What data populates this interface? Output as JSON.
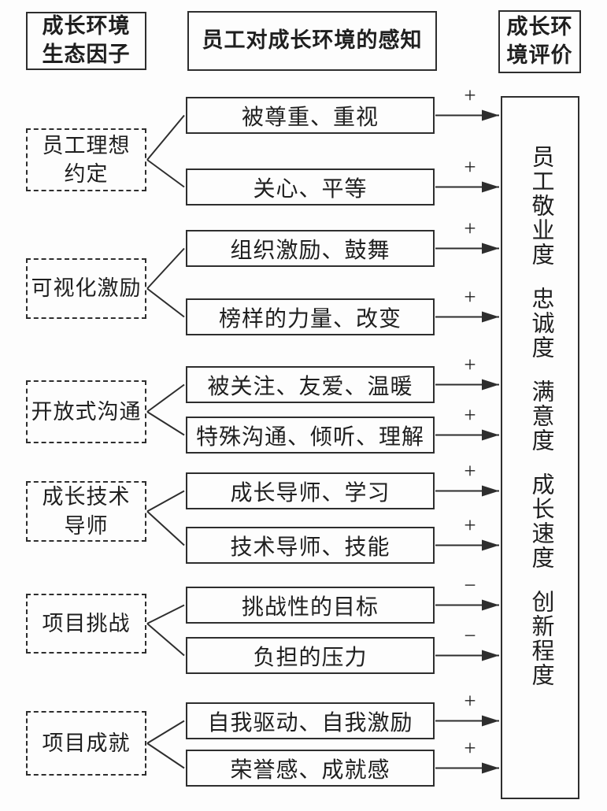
{
  "headers": {
    "left": "成长环境\n生态因子",
    "middle": "员工对成长环境的感知",
    "right": "成长环\n境评价"
  },
  "factors": [
    {
      "label": "员工理想\n约定"
    },
    {
      "label": "可视化激励"
    },
    {
      "label": "开放式沟通"
    },
    {
      "label": "成长技术\n导师"
    },
    {
      "label": "项目挑战"
    },
    {
      "label": "项目成就"
    }
  ],
  "perceptions": [
    {
      "text": "被尊重、重视",
      "sign": "+"
    },
    {
      "text": "关心、平等",
      "sign": "+"
    },
    {
      "text": "组织激励、鼓舞",
      "sign": "+"
    },
    {
      "text": "榜样的力量、改变",
      "sign": "+"
    },
    {
      "text": "被关注、友爱、温暖",
      "sign": "+"
    },
    {
      "text": "特殊沟通、倾听、理解",
      "sign": "+"
    },
    {
      "text": "成长导师、学习",
      "sign": "+"
    },
    {
      "text": "技术导师、技能",
      "sign": "+"
    },
    {
      "text": "挑战性的目标",
      "sign": "−"
    },
    {
      "text": "负担的压力",
      "sign": "−"
    },
    {
      "text": "自我驱动、自我激励",
      "sign": "+"
    },
    {
      "text": "荣誉感、成就感",
      "sign": "+"
    }
  ],
  "outcome": {
    "groups": [
      "员工敬业度",
      "忠诚度",
      "满意度",
      "成长速度",
      "创新程度"
    ]
  },
  "colors": {
    "line": "#2e2e2e",
    "background": "#fdfdfd",
    "text": "#1f1f1f"
  }
}
